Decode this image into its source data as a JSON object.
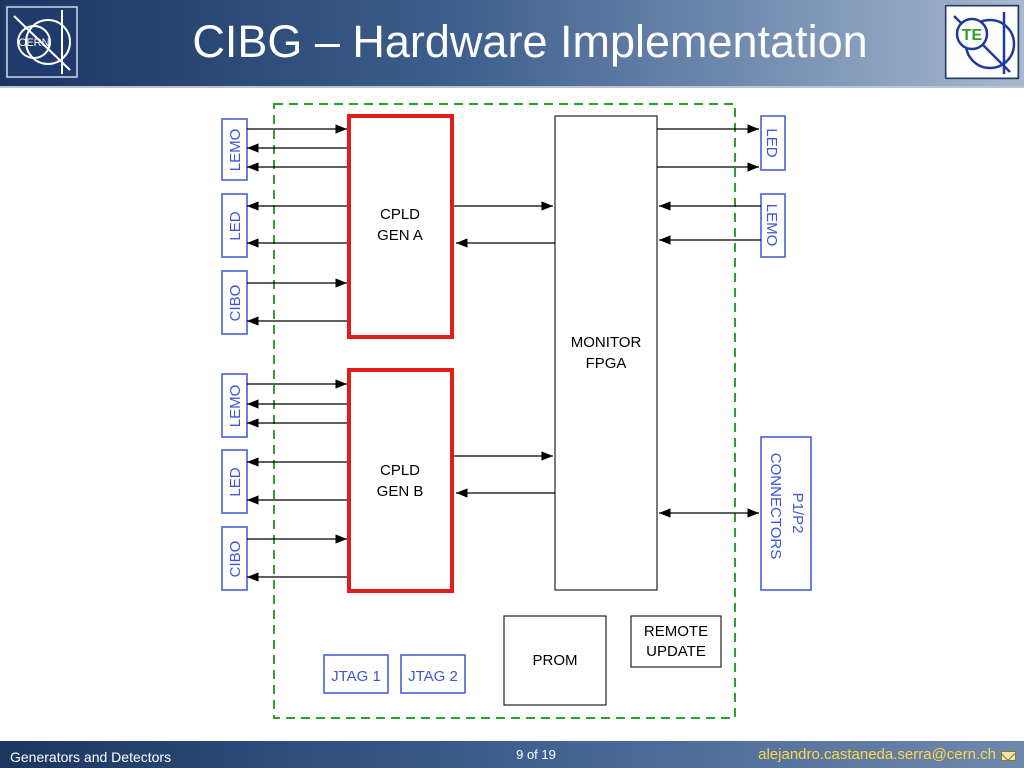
{
  "header": {
    "title": "CIBG – Hardware Implementation",
    "logo_left_text": "CERN",
    "logo_right_text": "TE"
  },
  "diagram": {
    "cpld_a": [
      "CPLD",
      "GEN A"
    ],
    "cpld_b": [
      "CPLD",
      "GEN B"
    ],
    "fpga": [
      "MONITOR",
      "FPGA"
    ],
    "prom": "PROM",
    "remote_update": [
      "REMOTE",
      "UPDATE"
    ],
    "jtag1": "JTAG 1",
    "jtag2": "JTAG 2",
    "left_connectors": [
      "LEMO",
      "LED",
      "CIBO",
      "LEMO",
      "LED",
      "CIBO"
    ],
    "right_led": "LED",
    "right_lemo": "LEMO",
    "p1p2": [
      "P1/P2",
      "CONNECTORS"
    ]
  },
  "footer": {
    "left": "Generators and Detectors",
    "page": "9 of 19",
    "email": "alejandro.castaneda.serra@cern.ch"
  },
  "colors": {
    "box_blue": "#3b56d6",
    "cpld_red": "#e31b1b",
    "dashed_green": "#2ea02e"
  }
}
